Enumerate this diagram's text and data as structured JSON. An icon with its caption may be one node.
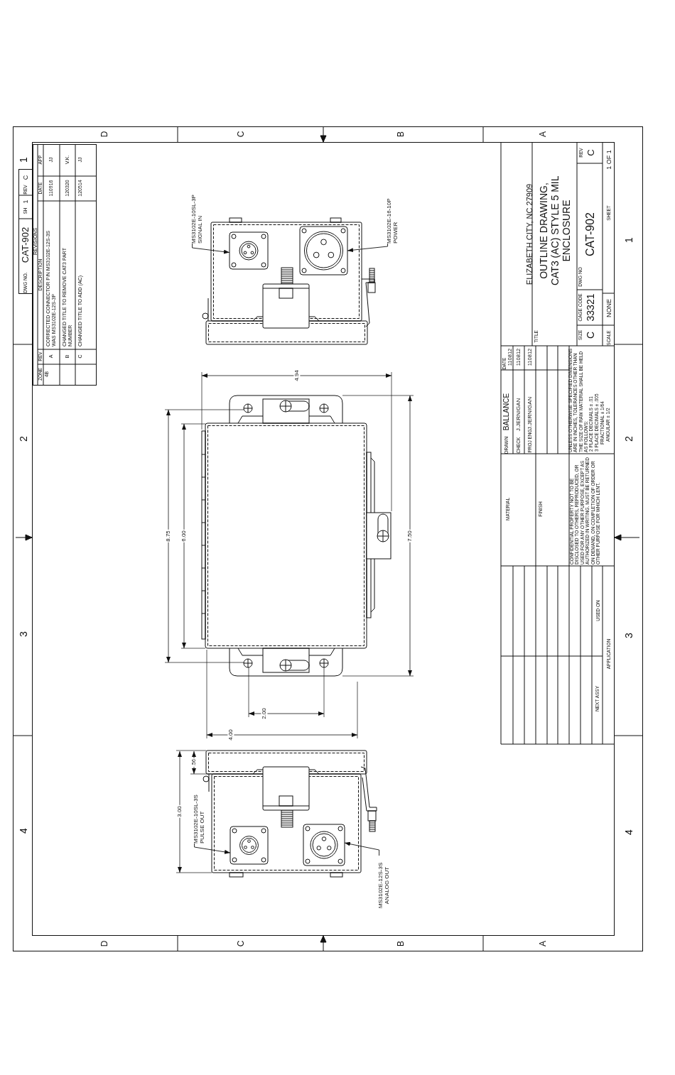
{
  "diagram": {
    "nodes": [
      {
        "text": [
          "MS3102E-10SL-3P SIGNAL IN"
        ]
      },
      {
        "text": [],
        "shape": "picture"
      },
      {
        "text": [
          "MS3102E-16-10P POWER"
        ]
      },
      {
        "text": [],
        "shape": "picture"
      },
      {
        "text": [
          "MS3102E-10SL-3S PULSE OUT"
        ]
      },
      {
        "text": [],
        "shape": "picture"
      },
      {
        "text": [
          "MS3102E-12S-3S ANALOG OUT"
        ]
      },
      {
        "text": [],
        "shape": "picture"
      }
    ],
    "edges": [
      {
        "from": 0,
        "to": 1,
        "arrow": "to"
      },
      {
        "from": 2,
        "to": 3,
        "arrow": "to"
      },
      {
        "from": 4,
        "to": 5,
        "arrow": "to"
      },
      {
        "from": 6,
        "to": 7,
        "arrow": "to"
      }
    ],
    "labels": [
      "4",
      "3",
      "2",
      "1",
      "D",
      "C",
      "B",
      "A",
      "D",
      "C",
      "B",
      "A",
      "4",
      "3",
      "2",
      "1",
      "4.94",
      "8.75",
      "6.00",
      "7.50",
      "2.00",
      "4.00",
      "3.00",
      ".56",
      "DWG NO.",
      "CAT-902",
      "SH",
      "1",
      "REV",
      "C",
      "REVISIONS",
      "ZONE",
      "REV",
      "DESCRIPTION",
      "DATE",
      "APP",
      "4B",
      "A",
      "CORRECTED CONNECTOR P/N MS3102E-12S-3S WAS MS3102E-12S-3P",
      "110916",
      "JJ",
      "B",
      "CHANGED TITLE TO REMOVE CAT3 PART NUMBER",
      "120320",
      "V.K.",
      "C",
      "CHANGED TITLE TO ADD (AC)",
      "120514",
      "JJ",
      "ELIZABETH CITY, NC 27909",
      "TITLE",
      "OUTLINE DRAWING, CAT3 (AC) STYLE 5 MIL ENCLOSURE",
      "DRAWN",
      "BALLANCE",
      "DATE",
      "110812",
      "CHECK",
      "J.JERNIGAN",
      "110812",
      "PROJ ENG",
      "J.JERNIGAN",
      "110812",
      "MATERIAL",
      "FINISH",
      "UNLESS OTHERWISE SPECIFIED DIMENSIONS ARE IN INCHES, TOLERANCES OTHER THAN THE SIZE OF RAW MATERIAL SHALL BE HELD AS FOLLOWS:",
      "2 PLACE DECIMALS ± .01",
      "3 PLACE DECIMALS ± .005",
      "FRACTIONAL ± 1/64",
      "ANGULAR ± 1/2",
      "CONFIDENTIAL PROPERTY NOT TO BE DISCLOSED TO OTHERS, REPRODUCED, OR USED FOR ANY OTHER PURPOSE, EXCEPT AS AUTHORIZED IN WRITING. MUST BE RETURNED ON DEMAND, ON COMPLETION OF ORDER OR OTHER PURPOSE FOR WHICH LENT.",
      "SIZE",
      "C",
      "CAGE CODE",
      "33321",
      "DWG NO",
      "CAT-902",
      "REV",
      "C",
      "SCALE",
      "NONE",
      "SHEET",
      "1 OF 1",
      "USED ON",
      "NEXT ASSY",
      "APPLICATION"
    ]
  }
}
